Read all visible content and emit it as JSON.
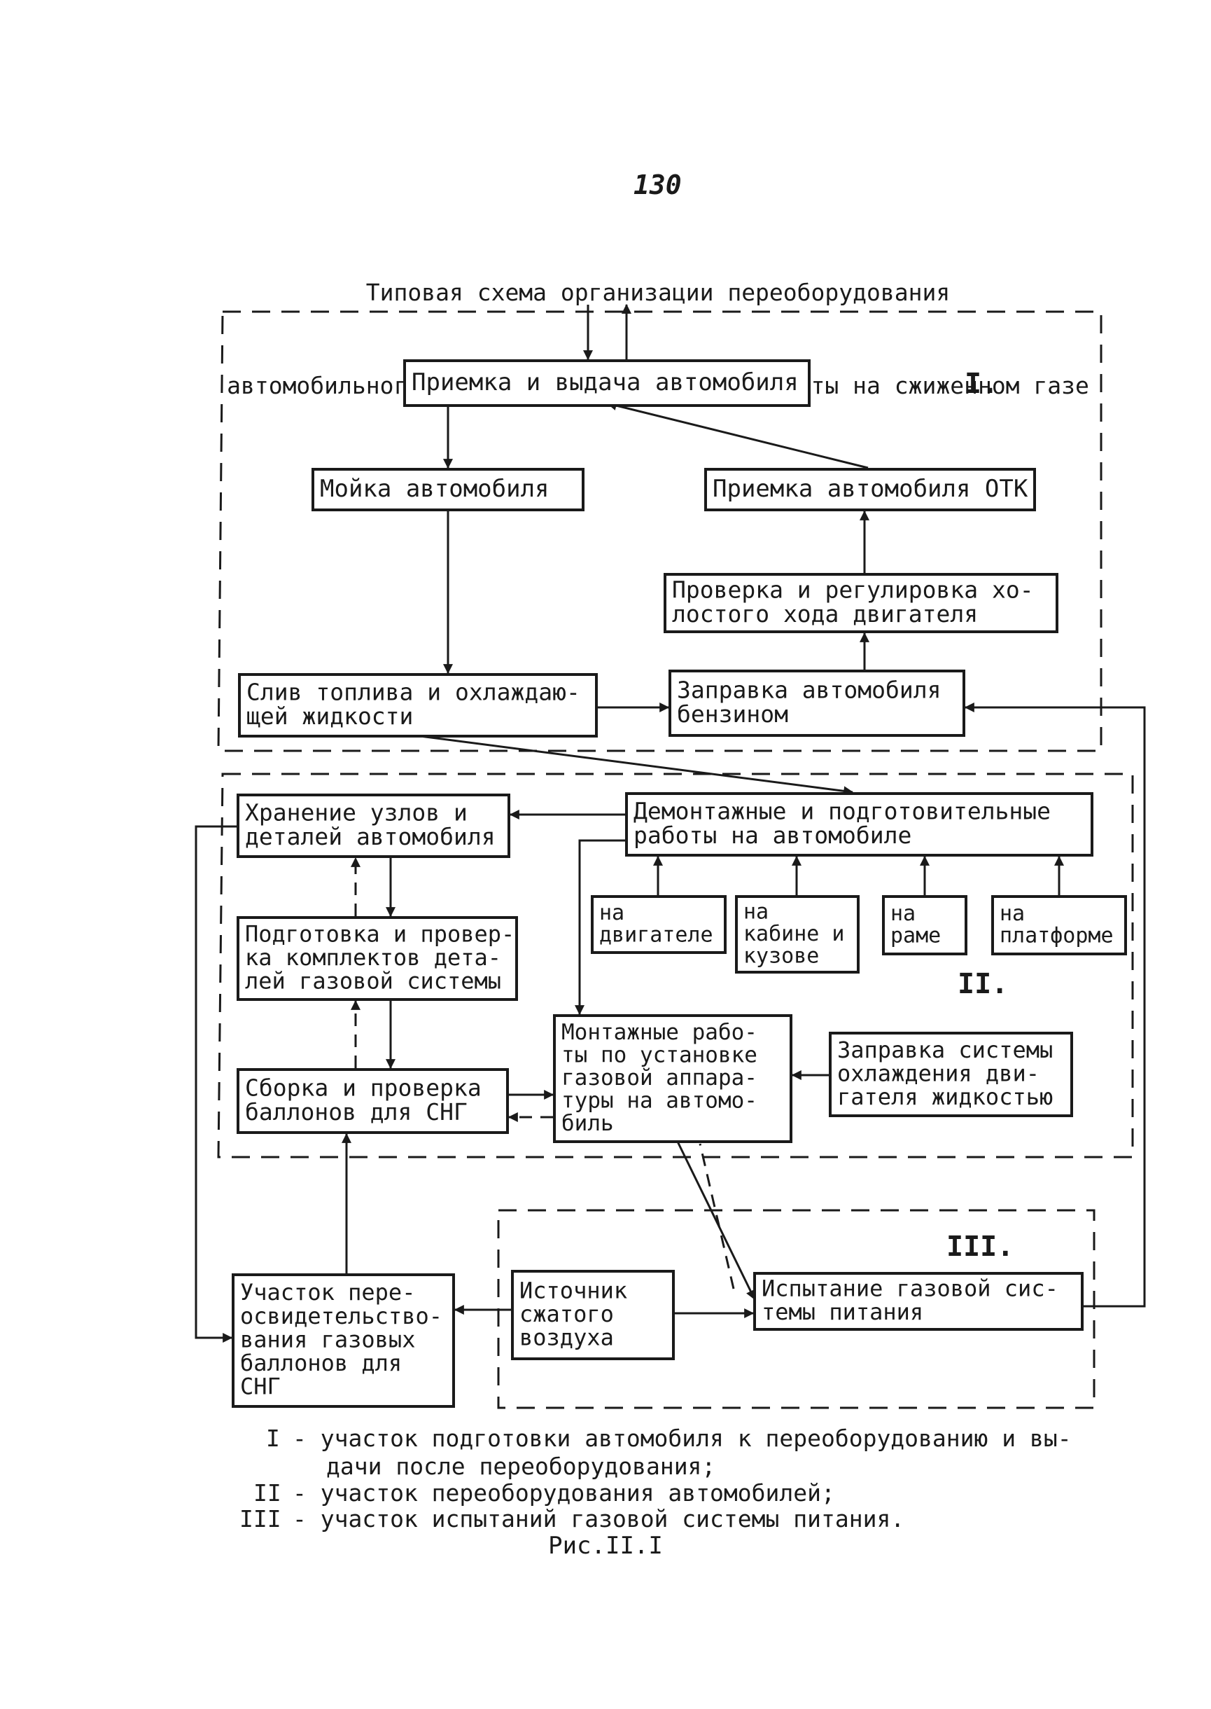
{
  "page_number": "130",
  "title_lines": [
    "Типовая схема организации переоборудования",
    "автомобильного подвижного состава для работы на сжиженном газе"
  ],
  "sections": [
    "I.",
    "II.",
    "III."
  ],
  "boxes": {
    "reception": [
      "Приемка и выдача автомобиля"
    ],
    "washing": [
      "Мойка автомобиля"
    ],
    "otk": [
      "Приемка автомобиля ОТК"
    ],
    "idle_check": [
      "Проверка и регулировка хо-",
      "лостого хода двигателя"
    ],
    "drain": [
      "Слив топлива и охлаждаю-",
      "щей жидкости"
    ],
    "petrol": [
      "Заправка автомобиля",
      "бензином"
    ],
    "storage": [
      "Хранение узлов и",
      "деталей автомобиля"
    ],
    "dismount": [
      "Демонтажные и подготовительные",
      "работы на автомобиле"
    ],
    "engine": [
      "на",
      "двигателе"
    ],
    "cabin": [
      "на",
      "кабине и",
      "кузове"
    ],
    "frame": [
      "на",
      "раме"
    ],
    "platform": [
      "на",
      "платформе"
    ],
    "kits": [
      "Подготовка и провер-",
      "ка комплектов дета-",
      "лей газовой системы"
    ],
    "mounting": [
      "Монтажные рабо-",
      "ты по установке",
      "газовой аппара-",
      "туры на автомо-",
      "биль"
    ],
    "coolant": [
      "Заправка системы",
      "охлаждения дви-",
      "гателя жидкостью"
    ],
    "cylinders": [
      "Сборка и проверка",
      "баллонов для СНГ"
    ],
    "recert": [
      "Участок пере-",
      "освидетельство-",
      "вания газовых",
      "баллонов для",
      "СНГ"
    ],
    "air": [
      "Источник",
      "сжатого",
      "воздуха"
    ],
    "gas_test": [
      "Испытание газовой сис-",
      "темы питания"
    ]
  },
  "legend": [
    {
      "mark": "I",
      "text": "- участок подготовки автомобиля к переоборудованию и вы-"
    },
    {
      "mark": "",
      "text": "дачи после переоборудования;"
    },
    {
      "mark": "II",
      "text": "- участок переоборудования автомобилей;"
    },
    {
      "mark": "III",
      "text": "- участок испытаний газовой системы питания."
    }
  ],
  "caption": "Рис.II.I"
}
